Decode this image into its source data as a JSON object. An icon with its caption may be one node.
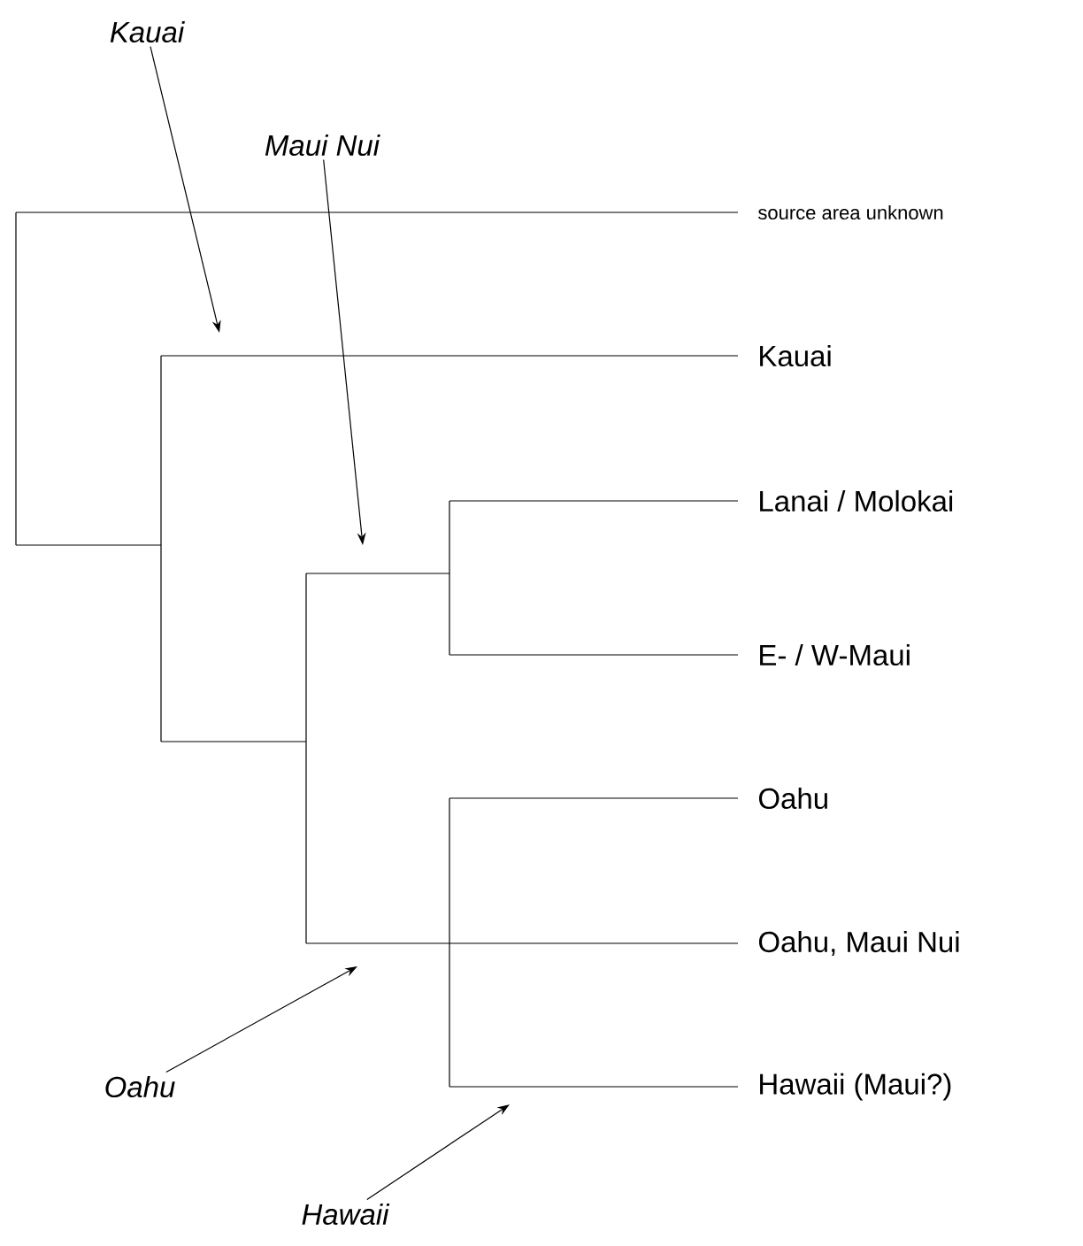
{
  "diagram": {
    "nodes": [
      {
        "text": [
          "Kauai"
        ]
      },
      {
        "text": [
          "Maui Nui"
        ]
      },
      {
        "text": [
          "Oahu"
        ]
      },
      {
        "text": [
          "Hawaii"
        ]
      }
    ],
    "edges": [
      {
        "from": 0,
        "to": null,
        "arrow": "to"
      },
      {
        "from": 1,
        "to": null,
        "arrow": "to"
      },
      {
        "from": 2,
        "to": null,
        "arrow": "to"
      },
      {
        "from": 3,
        "to": null,
        "arrow": "to"
      }
    ],
    "labels": [
      "source area unknown",
      "Kauai",
      "Lanai / Molokai",
      "E- / W-Maui",
      "Oahu",
      "Oahu, Maui Nui",
      "Hawaii (Maui?)"
    ]
  }
}
